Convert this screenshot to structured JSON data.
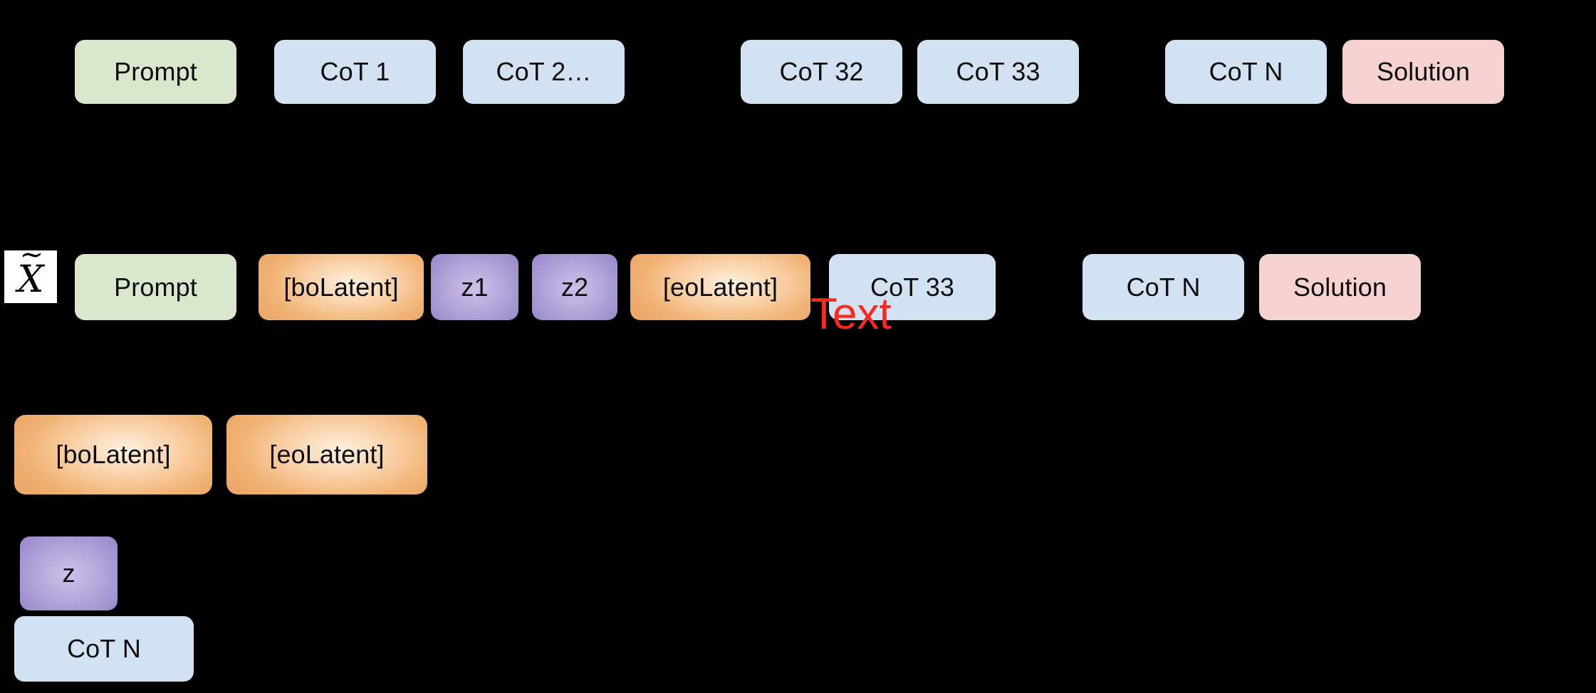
{
  "figure": {
    "background_color": "#000000",
    "palette": {
      "prompt_green": "#d9e8cd",
      "cot_blue": "#d2e2f3",
      "solution_pink": "#f6d3d1",
      "latent_marker_orange": "#f7c797",
      "latent_vector_purple": "#b3a3dc",
      "annotation_red": "#fc2a1e",
      "math_plate_white": "#ffffff",
      "token_text": "#0d0d0d"
    }
  },
  "rows": {
    "original_sequence": {
      "name": "original-chain-of-thought-sequence",
      "tokens": [
        {
          "label": "Prompt",
          "kind": "prompt",
          "color": "green"
        },
        {
          "label": "CoT 1",
          "kind": "cot",
          "color": "blue"
        },
        {
          "label": "CoT 2…",
          "kind": "cot",
          "color": "blue"
        },
        {
          "label": "CoT 32",
          "kind": "cot",
          "color": "blue"
        },
        {
          "label": "CoT 33",
          "kind": "cot",
          "color": "blue"
        },
        {
          "label": "CoT N",
          "kind": "cot",
          "color": "blue"
        },
        {
          "label": "Solution",
          "kind": "solution",
          "color": "pink"
        }
      ]
    },
    "compressed_sequence": {
      "name": "latent-compressed-sequence",
      "math_symbol": {
        "base": "X",
        "accent": "~",
        "description": "X-tilde"
      },
      "tokens": [
        {
          "label": "Prompt",
          "kind": "prompt",
          "color": "green"
        },
        {
          "label": "[boLatent]",
          "kind": "latent-marker",
          "color": "orange"
        },
        {
          "label": "z1",
          "kind": "latent-vector",
          "color": "purple"
        },
        {
          "label": "z2",
          "kind": "latent-vector",
          "color": "purple"
        },
        {
          "label": "[eoLatent]",
          "kind": "latent-marker",
          "color": "orange"
        },
        {
          "label": "CoT 33",
          "kind": "cot",
          "color": "blue"
        },
        {
          "label": "CoT N",
          "kind": "cot",
          "color": "blue"
        },
        {
          "label": "Solution",
          "kind": "solution",
          "color": "pink"
        }
      ],
      "annotation": {
        "label": "Text",
        "color": "#fc2a1e"
      }
    }
  },
  "legend": {
    "name": "legend",
    "items": [
      {
        "label": "[boLatent]",
        "kind": "latent-marker",
        "color": "orange"
      },
      {
        "label": "[eoLatent]",
        "kind": "latent-marker",
        "color": "orange"
      },
      {
        "label": "z",
        "kind": "latent-vector",
        "color": "purple"
      },
      {
        "label": "CoT N",
        "kind": "cot",
        "color": "blue"
      }
    ]
  }
}
